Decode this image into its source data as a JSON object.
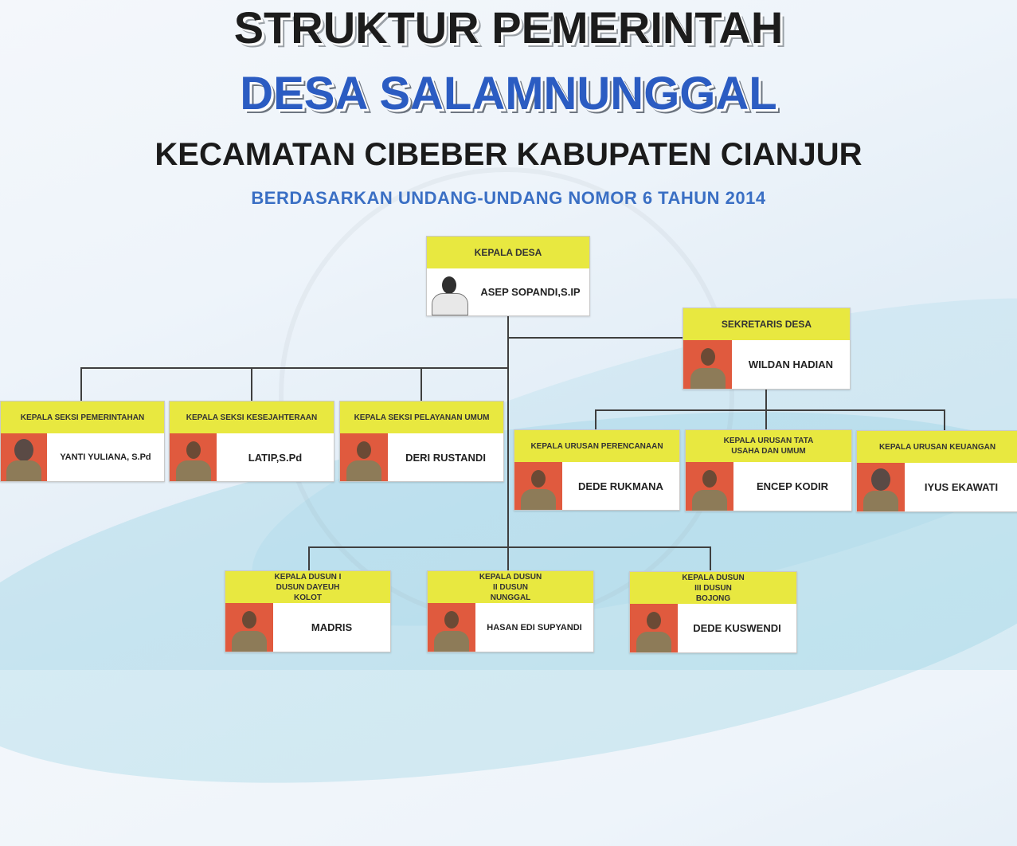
{
  "header": {
    "title_line1": "STRUKTUR PEMERINTAH",
    "title_line2": "DESA SALAMNUNGGAL",
    "title_line3": "KECAMATAN CIBEBER KABUPATEN CIANJUR",
    "subtitle": "BERDASARKAN UNDANG-UNDANG NOMOR 6 TAHUN 2014"
  },
  "nodes": {
    "kepala_desa": {
      "title": "KEPALA DESA",
      "name": "ASEP SOPANDI,S.IP"
    },
    "sekretaris": {
      "title": "SEKRETARIS DESA",
      "name": "WILDAN HADIAN"
    },
    "seksi_pemerintahan": {
      "title": "KEPALA SEKSI PEMERINTAHAN",
      "name": "YANTI YULIANA, S.Pd"
    },
    "seksi_kesejahteraan": {
      "title": "KEPALA SEKSI KESEJAHTERAAN",
      "name": "LATIP,S.Pd"
    },
    "seksi_pelayanan": {
      "title": "KEPALA SEKSI PELAYANAN UMUM",
      "name": "DERI RUSTANDI"
    },
    "urusan_perencanaan": {
      "title": "KEPALA URUSAN PERENCANAAN",
      "name": "DEDE RUKMANA"
    },
    "urusan_tu": {
      "title": "KEPALA URUSAN TATA USAHA DAN UMUM",
      "name": "ENCEP KODIR"
    },
    "urusan_keuangan": {
      "title": "KEPALA URUSAN KEUANGAN",
      "name": "IYUS EKAWATI"
    },
    "dusun1": {
      "title": "KEPALA DUSUN I DUSUN DAYEUH KOLOT",
      "name": "MADRIS"
    },
    "dusun2": {
      "title": "KEPALA DUSUN II DUSUN NUNGGAL",
      "name": "HASAN EDI SUPYANDI"
    },
    "dusun3": {
      "title": "KEPALA DUSUN III DUSUN BOJONG",
      "name": "DEDE KUSWENDI"
    }
  }
}
